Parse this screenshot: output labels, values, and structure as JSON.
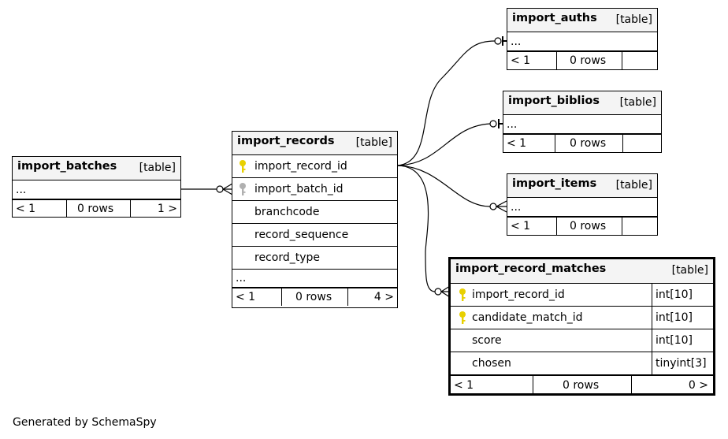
{
  "footer": {
    "generated_by": "Generated by SchemaSpy"
  },
  "tables": {
    "import_batches": {
      "name": "import_batches",
      "kind": "[table]",
      "ellipsis": "...",
      "foot": {
        "parents": "< 1",
        "rows": "0 rows",
        "children": "1 >"
      }
    },
    "import_records": {
      "name": "import_records",
      "kind": "[table]",
      "columns": [
        {
          "name": "import_record_id",
          "key": "primary"
        },
        {
          "name": "import_batch_id",
          "key": "foreign"
        },
        {
          "name": "branchcode",
          "key": ""
        },
        {
          "name": "record_sequence",
          "key": ""
        },
        {
          "name": "record_type",
          "key": ""
        }
      ],
      "ellipsis": "...",
      "foot": {
        "parents": "< 1",
        "rows": "0 rows",
        "children": "4 >"
      }
    },
    "import_auths": {
      "name": "import_auths",
      "kind": "[table]",
      "ellipsis": "...",
      "foot": {
        "parents": "< 1",
        "rows": "0 rows",
        "children": ""
      }
    },
    "import_biblios": {
      "name": "import_biblios",
      "kind": "[table]",
      "ellipsis": "...",
      "foot": {
        "parents": "< 1",
        "rows": "0 rows",
        "children": ""
      }
    },
    "import_items": {
      "name": "import_items",
      "kind": "[table]",
      "ellipsis": "...",
      "foot": {
        "parents": "< 1",
        "rows": "0 rows",
        "children": ""
      }
    },
    "import_record_matches": {
      "name": "import_record_matches",
      "kind": "[table]",
      "columns": [
        {
          "name": "import_record_id",
          "type": "int[10]",
          "key": "primary"
        },
        {
          "name": "candidate_match_id",
          "type": "int[10]",
          "key": "primary"
        },
        {
          "name": "score",
          "type": "int[10]",
          "key": ""
        },
        {
          "name": "chosen",
          "type": "tinyint[3]",
          "key": ""
        }
      ],
      "foot": {
        "parents": "< 1",
        "rows": "0 rows",
        "children": "0 >"
      }
    }
  },
  "colors": {
    "primary_key": "#e8d000",
    "foreign_key": "#b0b0b0",
    "header_bg": "#f4f4f4"
  },
  "icons": {
    "primary_key": "key-icon-gold",
    "foreign_key": "key-icon-grey"
  }
}
